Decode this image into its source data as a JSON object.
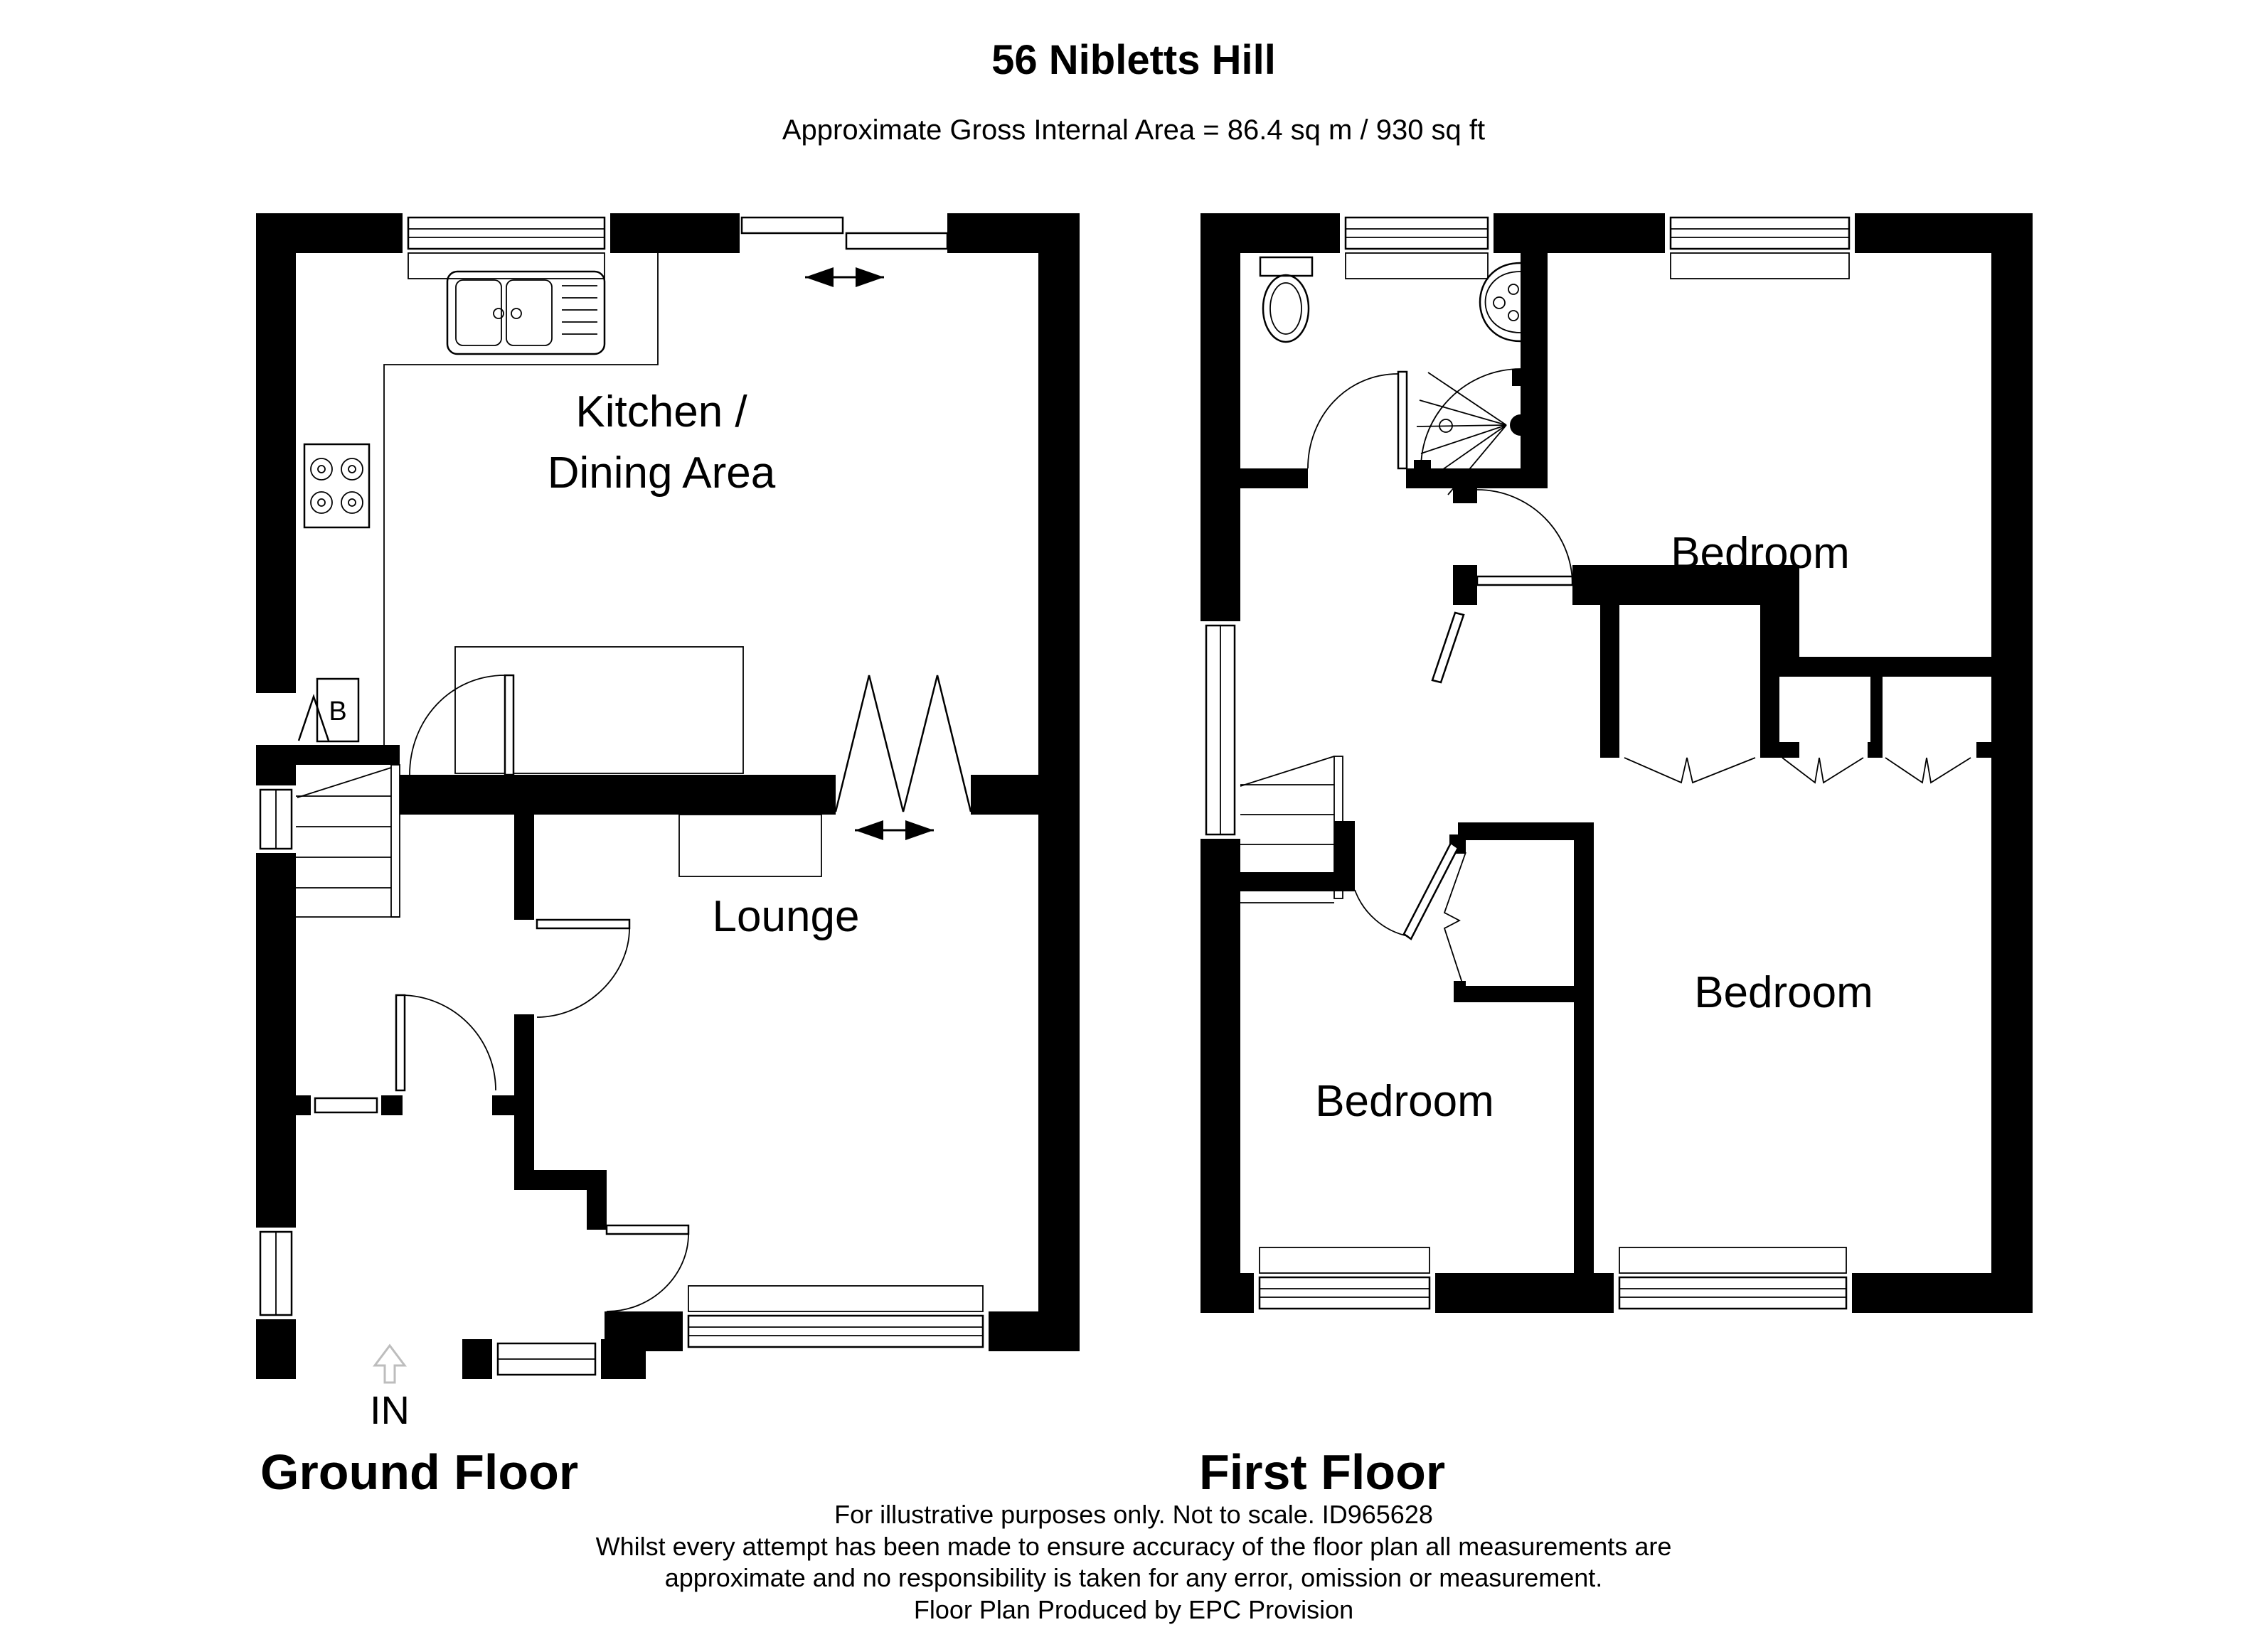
{
  "title": "56 Nibletts Hill",
  "subtitle": "Approximate Gross Internal Area = 86.4 sq m / 930 sq ft",
  "ground_floor": {
    "floor_label": "Ground Floor",
    "kitchen_label_line1": "Kitchen /",
    "kitchen_label_line2": "Dining Area",
    "lounge_label": "Lounge",
    "boiler_label": "B",
    "entrance_label": "IN"
  },
  "first_floor": {
    "floor_label": "First Floor",
    "bedroom_top_label": "Bedroom",
    "bedroom_bottom_left_label": "Bedroom",
    "bedroom_bottom_right_label": "Bedroom"
  },
  "footer": {
    "line1": "For illustrative purposes only. Not to scale. ID965628",
    "line2": "Whilst every attempt has been made to ensure accuracy of the floor plan all measurements are",
    "line3": "approximate and no responsibility is taken for any error, omission or measurement.",
    "line4": "Floor Plan Produced by EPC Provision"
  },
  "colors": {
    "wall": "#000000",
    "background": "#ffffff",
    "muted_arrow": "#bdbdbd"
  }
}
